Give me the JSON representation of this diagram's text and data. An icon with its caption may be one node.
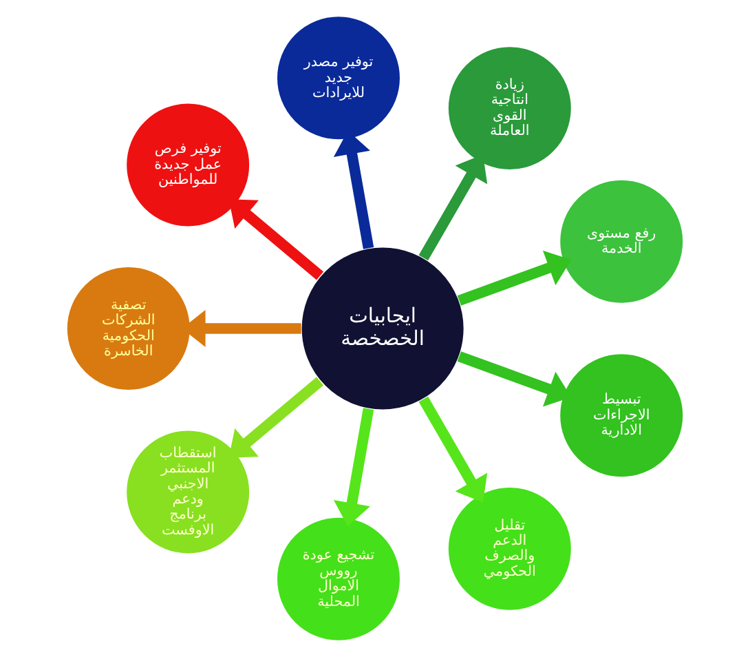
{
  "diagram": {
    "nodes": [
      {
        "text": [
          "ايجابيات الخصخصة"
        ]
      },
      {
        "text": [
          "رفع مستوى الخدمة"
        ]
      },
      {
        "text": [
          "زيادة انتاجية القوى العاملة"
        ]
      },
      {
        "text": [
          "توفير مصدر جديد للايرادات"
        ]
      },
      {
        "text": [
          "توفير فرص عمل جديدة للمواطنين"
        ]
      },
      {
        "text": [
          "تصفية الشركات الحكومية الخاسرة"
        ]
      },
      {
        "text": [
          "استقطاب المستثمر الاجنبي ودعم برنامج الاوفست"
        ]
      },
      {
        "text": [
          "تشجيع عودة رووس الاموال المحلية"
        ]
      },
      {
        "text": [
          "تقليل الدعم والصرف الحكومي"
        ]
      },
      {
        "text": [
          "تبسيط الاجراءات الادارية"
        ]
      }
    ],
    "edges": [
      {
        "from": 0,
        "to": 1,
        "arrow": "to",
        "color": "#33c21f"
      },
      {
        "from": 0,
        "to": 2,
        "arrow": "to",
        "color": "#2a9a3a"
      },
      {
        "from": 0,
        "to": 3,
        "arrow": "to",
        "color": "#0a2a9a"
      },
      {
        "from": 0,
        "to": 4,
        "arrow": "to",
        "color": "#ee1111"
      },
      {
        "from": 0,
        "to": 5,
        "arrow": "to",
        "color": "#d87a10"
      },
      {
        "from": 0,
        "to": 6,
        "arrow": "to",
        "color": "#88e020"
      },
      {
        "from": 0,
        "to": 7,
        "arrow": "to",
        "color": "#55e51a"
      },
      {
        "from": 0,
        "to": 8,
        "arrow": "to",
        "color": "#55e51a"
      },
      {
        "from": 0,
        "to": 9,
        "arrow": "to",
        "color": "#33c21f"
      }
    ]
  }
}
